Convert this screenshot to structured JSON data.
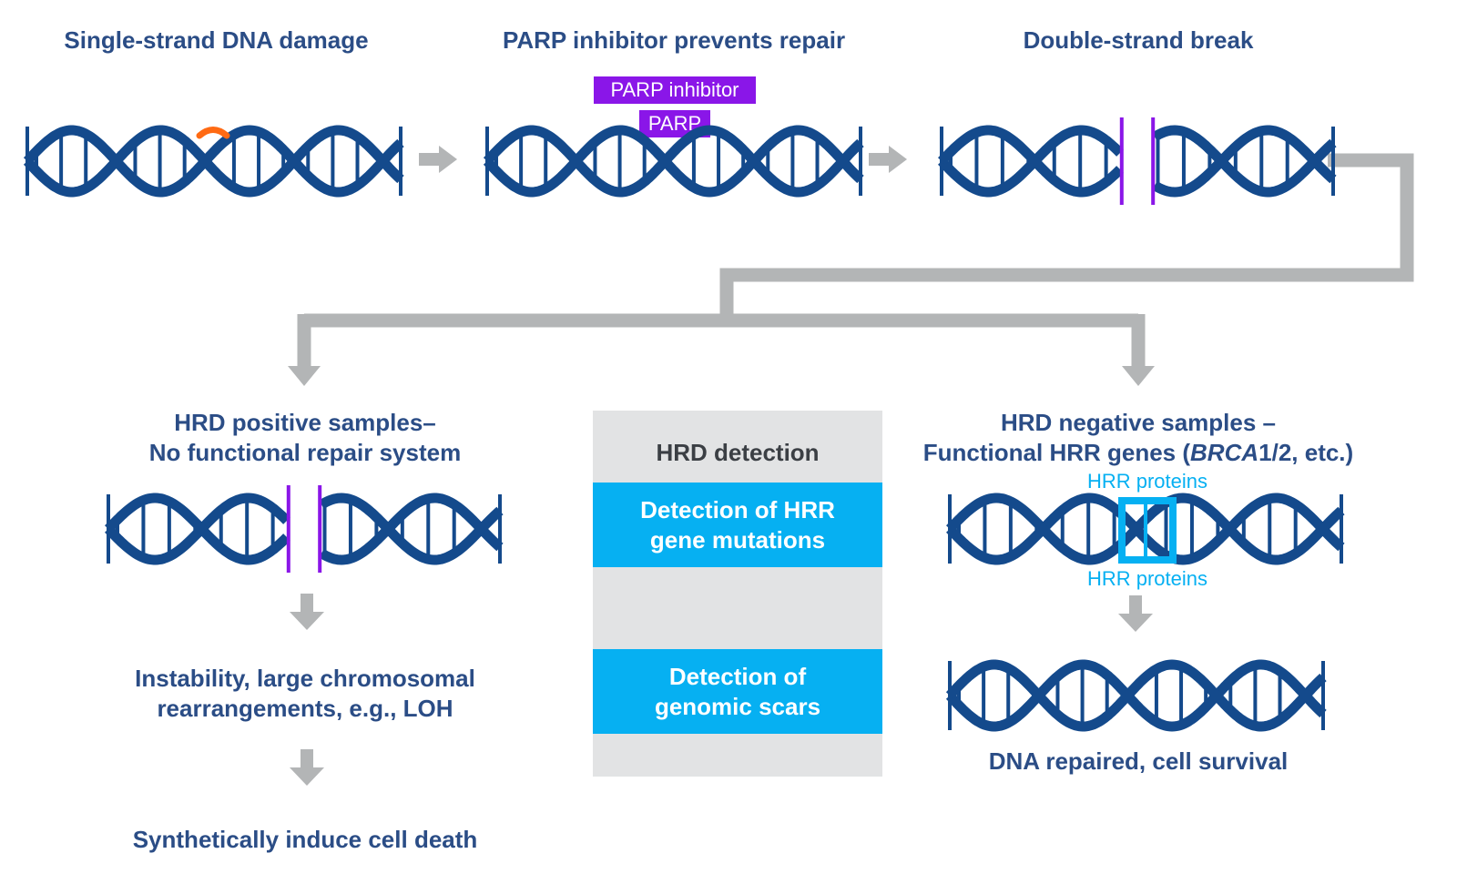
{
  "top_row": {
    "step1_title": "Single-strand DNA damage",
    "step2_title": "PARP inhibitor prevents repair",
    "step3_title": "Double-strand break",
    "parp_inhibitor_tag": "PARP inhibitor",
    "parp_tag": "PARP"
  },
  "left_branch": {
    "title_line1": "HRD positive samples–",
    "title_line2": "No functional repair system",
    "result_line1": "Instability, large chromosomal",
    "result_line2": "rearrangements, e.g., LOH",
    "final": "Synthetically induce cell death"
  },
  "center_panel": {
    "heading": "HRD detection",
    "box1_line1": "Detection of HRR",
    "box1_line2": "gene mutations",
    "box2_line1": "Detection of",
    "box2_line2": "genomic scars"
  },
  "right_branch": {
    "title_line1": "HRD negative samples –",
    "title_line2_prefix": "Functional HRR genes (",
    "title_line2_italic": "BRCA",
    "title_line2_suffix": "1/2, etc.)",
    "hrr_top_label": "HRR proteins",
    "hrr_bottom_label": "HRR proteins",
    "result": "DNA repaired, cell survival"
  },
  "colors": {
    "dna": "#144a8c",
    "damage": "#ff6a13",
    "parp": "#8a16e8",
    "accent_blue": "#06b0f2",
    "arrow_gray": "#b3b5b6",
    "panel_gray": "#e2e3e4",
    "title_text": "#2b4d86"
  },
  "icons": [
    "dna-helix-icon",
    "arrow-right-icon",
    "arrow-down-icon",
    "strand-break-icon"
  ]
}
